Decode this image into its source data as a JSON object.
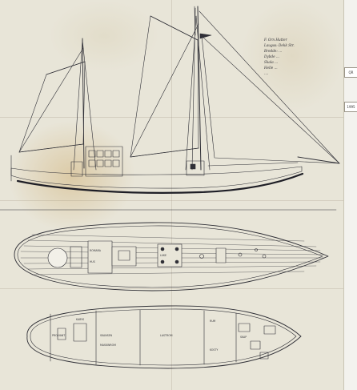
{
  "drawing": {
    "title_block": [
      "F. Orn Hutter",
      "Laugas: Dekk Str.",
      "Bredde: ...",
      "Dybde ...",
      "Skala ...",
      "Helle ...",
      "...."
    ],
    "margin_tags": [
      "QR",
      "1995"
    ],
    "deck_labels": [
      "ROMARA",
      "HUS",
      "LUKE"
    ],
    "hold_labels": [
      "PROVIANT",
      "KABYS",
      "SKANSEN",
      "MASKINROM",
      "LASTROM",
      "RUM",
      "KOSTY",
      "SKAP"
    ],
    "colors": {
      "ink": "#2f2f36",
      "paper": "#e8e5d8",
      "stain": "#cdaa69",
      "hull_band": "#1e1e26"
    }
  }
}
